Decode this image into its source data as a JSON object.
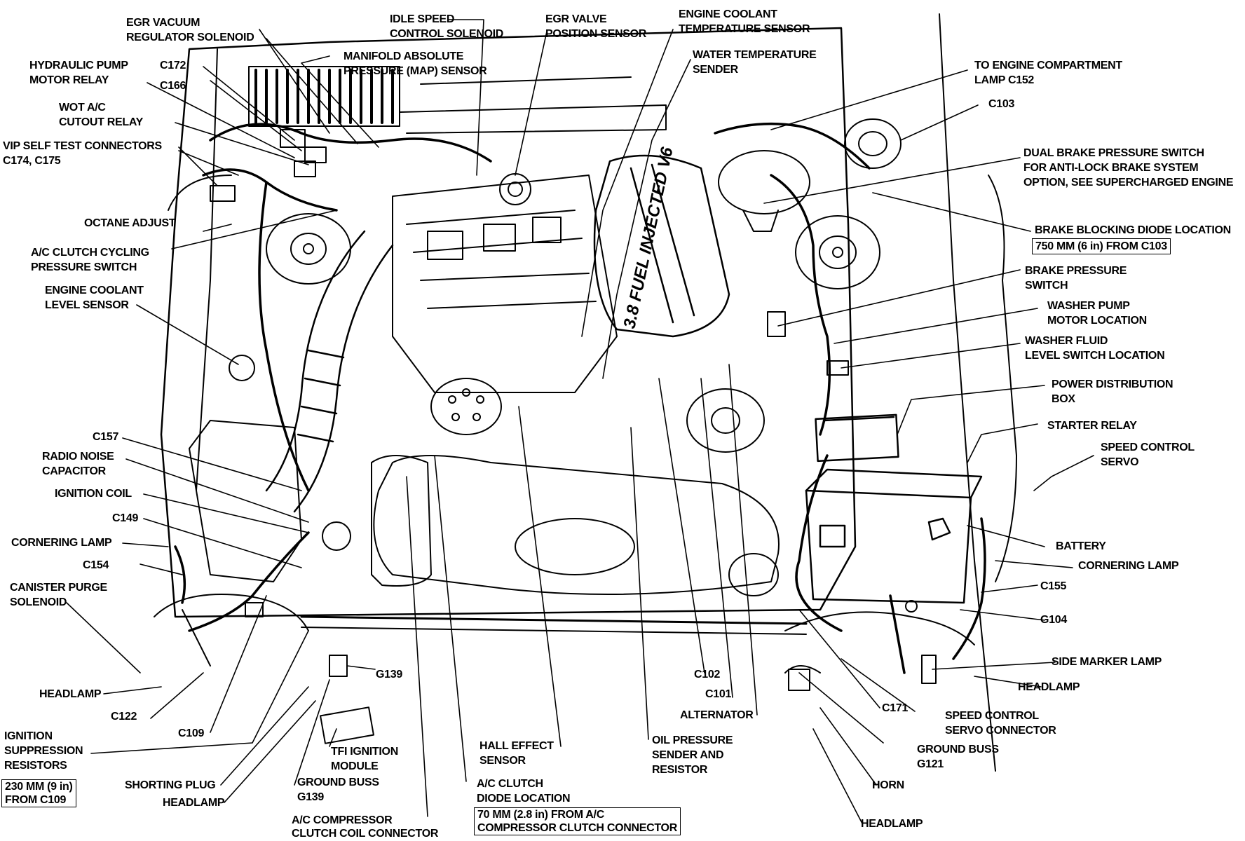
{
  "colors": {
    "line": "#000000",
    "background": "#ffffff"
  },
  "labels": {
    "egr_vacuum": "EGR VACUUM",
    "regulator_solenoid": "REGULATOR SOLENOID",
    "idle_speed": "IDLE SPEED",
    "control_solenoid": "CONTROL SOLENOID",
    "egr_valve": "EGR VALVE",
    "position_sensor": "POSITION SENSOR",
    "engine_coolant": "ENGINE COOLANT",
    "temperature_sensor": "TEMPERATURE SENSOR",
    "hydraulic_pump": "HYDRAULIC PUMP",
    "motor_relay": "MOTOR RELAY",
    "c172": "C172",
    "manifold_absolute": "MANIFOLD ABSOLUTE",
    "pressure_map_sensor": "PRESSURE (MAP) SENSOR",
    "water_temperature": "WATER TEMPERATURE",
    "sender": "SENDER",
    "to_engine_compartment": "TO ENGINE COMPARTMENT",
    "lamp_c152": "LAMP C152",
    "c166": "C166",
    "c103": "C103",
    "wot_ac": "WOT A/C",
    "cutout_relay": "CUTOUT RELAY",
    "vip_self_test": "VIP SELF TEST CONNECTORS",
    "c174_c175": "C174, C175",
    "dual_brake_1": "DUAL BRAKE PRESSURE SWITCH",
    "dual_brake_2": "FOR ANTI-LOCK BRAKE SYSTEM",
    "dual_brake_3": "OPTION, SEE SUPERCHARGED ENGINE",
    "octane_adjust": "OCTANE ADJUST",
    "brake_blocking": "BRAKE BLOCKING DIODE LOCATION",
    "brake_blocking_box": "750 MM (6 in) FROM C103",
    "ac_clutch_cycling": "A/C CLUTCH CYCLING",
    "pressure_switch": "PRESSURE SWITCH",
    "brake_pressure": "BRAKE PRESSURE",
    "switch": "SWITCH",
    "engine_coolant_2": "ENGINE COOLANT",
    "level_sensor": "LEVEL SENSOR",
    "washer_pump": "WASHER PUMP",
    "motor_location": "MOTOR LOCATION",
    "washer_fluid": "WASHER FLUID",
    "level_switch_location": "LEVEL SWITCH LOCATION",
    "power_distribution": "POWER DISTRIBUTION",
    "box": "BOX",
    "starter_relay": "STARTER RELAY",
    "c157": "C157",
    "speed_control": "SPEED CONTROL",
    "servo": "SERVO",
    "radio_noise": "RADIO NOISE",
    "capacitor": "CAPACITOR",
    "ignition_coil": "IGNITION COIL",
    "c149": "C149",
    "cornering_lamp_l": "CORNERING LAMP",
    "battery": "BATTERY",
    "cornering_lamp_r": "CORNERING LAMP",
    "c154": "C154",
    "canister_purge": "CANISTER PURGE",
    "solenoid": "SOLENOID",
    "c155": "C155",
    "g104": "G104",
    "side_marker_lamp": "SIDE MARKER LAMP",
    "g139_top": "G139",
    "c102": "C102",
    "headlamp_l": "HEADLAMP",
    "headlamp_r": "HEADLAMP",
    "c101": "C101",
    "c171": "C171",
    "c122": "C122",
    "alternator": "ALTERNATOR",
    "speed_control_servo_conn_1": "SPEED CONTROL",
    "speed_control_servo_conn_2": "SERVO CONNECTOR",
    "c109": "C109",
    "ignition": "IGNITION",
    "suppression": "SUPPRESSION",
    "resistors": "RESISTORS",
    "tfi_ignition": "TFI IGNITION",
    "module": "MODULE",
    "hall_effect": "HALL EFFECT",
    "sensor": "SENSOR",
    "oil_pressure": "OIL PRESSURE",
    "sender_and": "SENDER AND",
    "resistor": "RESISTOR",
    "ground_buss_r": "GROUND BUSS",
    "g121": "G121",
    "box_230_1": "230 MM (9 in)",
    "box_230_2": "FROM C109",
    "shorting_plug": "SHORTING PLUG",
    "ground_buss_l": "GROUND BUSS",
    "g139_bottom": "G139",
    "ac_clutch": "A/C CLUTCH",
    "diode_location": "DIODE LOCATION",
    "horn": "HORN",
    "headlamp_bl": "HEADLAMP",
    "box_70_1": "70 MM (2.8 in) FROM A/C",
    "box_70_2": "COMPRESSOR CLUTCH CONNECTOR",
    "headlamp_br": "HEADLAMP",
    "ac_compressor": "A/C COMPRESSOR",
    "clutch_coil_connector": "CLUTCH COIL CONNECTOR",
    "engine_badge": "3.8 FUEL INJECTED V6"
  }
}
